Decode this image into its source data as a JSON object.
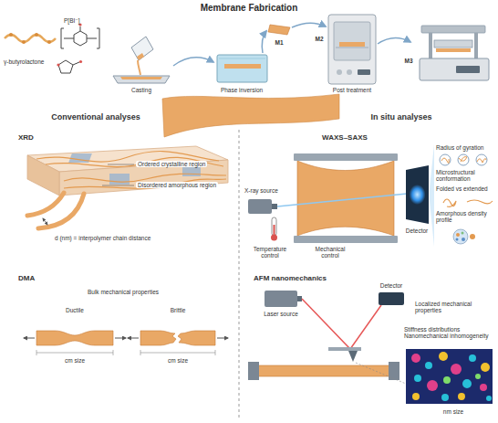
{
  "diagram": {
    "title": "Membrane Fabrication",
    "labels": [
      "P[BI⁻]",
      "γ-butyrolactone",
      "Casting",
      "Phase inversion",
      "M1",
      "M2",
      "Post treatment",
      "M3",
      "Conventional analyses",
      "In situ analyses",
      "XRD",
      "Ordered crystalline region",
      "Disordered amorphous region",
      "d (nm) = interpolymer chain distance",
      "DMA",
      "Bulk mechanical properties",
      "Ductile",
      "Brittle",
      "cm size",
      "cm size",
      "WAXS–SAXS",
      "X-ray source",
      "Temperature control",
      "Mechanical control",
      "Detector",
      "Radius of gyration",
      "Microstructural conformation",
      "Folded vs extended",
      "Amorphous density profile",
      "AFM nanomechanics",
      "Laser source",
      "Detector",
      "Localized mechanical properties",
      "Stiffness distributions Nanomechanical inhomogeneity",
      "nm size"
    ]
  }
}
